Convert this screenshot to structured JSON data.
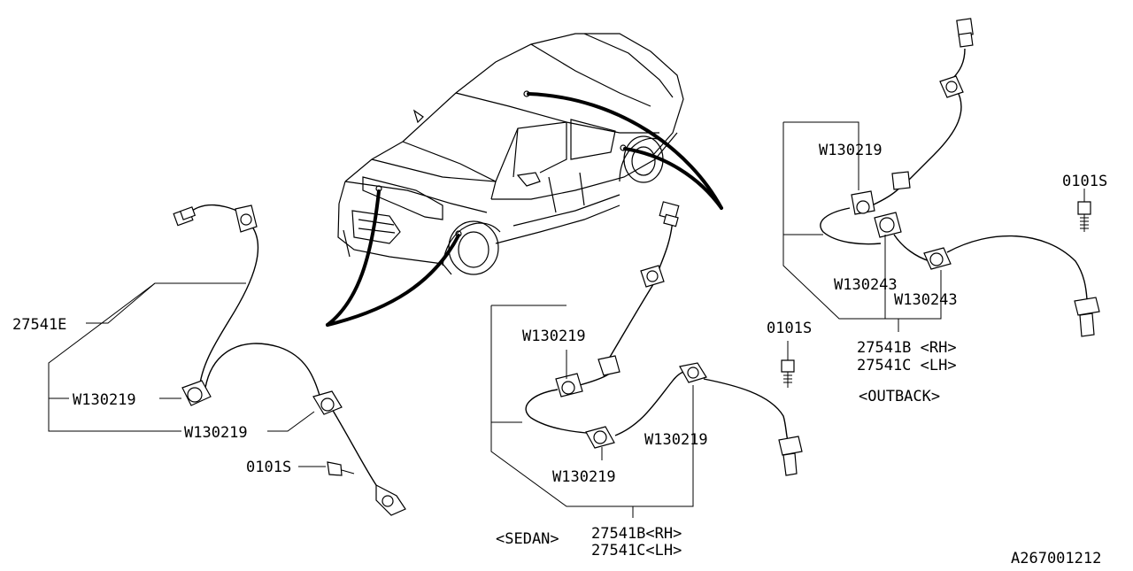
{
  "labels": {
    "left_part": "27541E",
    "left_clip_upper": "W130219",
    "left_clip_lower": "W130219",
    "left_bolt": "0101S",
    "sedan_clip_top": "W130219",
    "sedan_clip_right": "W130219",
    "sedan_clip_bottom": "W130219",
    "sedan_part_rh": "27541B<RH>",
    "sedan_part_lh": "27541C<LH>",
    "sedan_variant": "<SEDAN>",
    "sedan_bolt": "0101S",
    "outback_clip_top": "W130219",
    "outback_clip_left": "W130243",
    "outback_clip_right": "W130243",
    "outback_part_rh": "27541B <RH>",
    "outback_part_lh": "27541C <LH>",
    "outback_variant": "<OUTBACK>",
    "outback_bolt": "0101S",
    "diagram_code": "A267001212"
  }
}
